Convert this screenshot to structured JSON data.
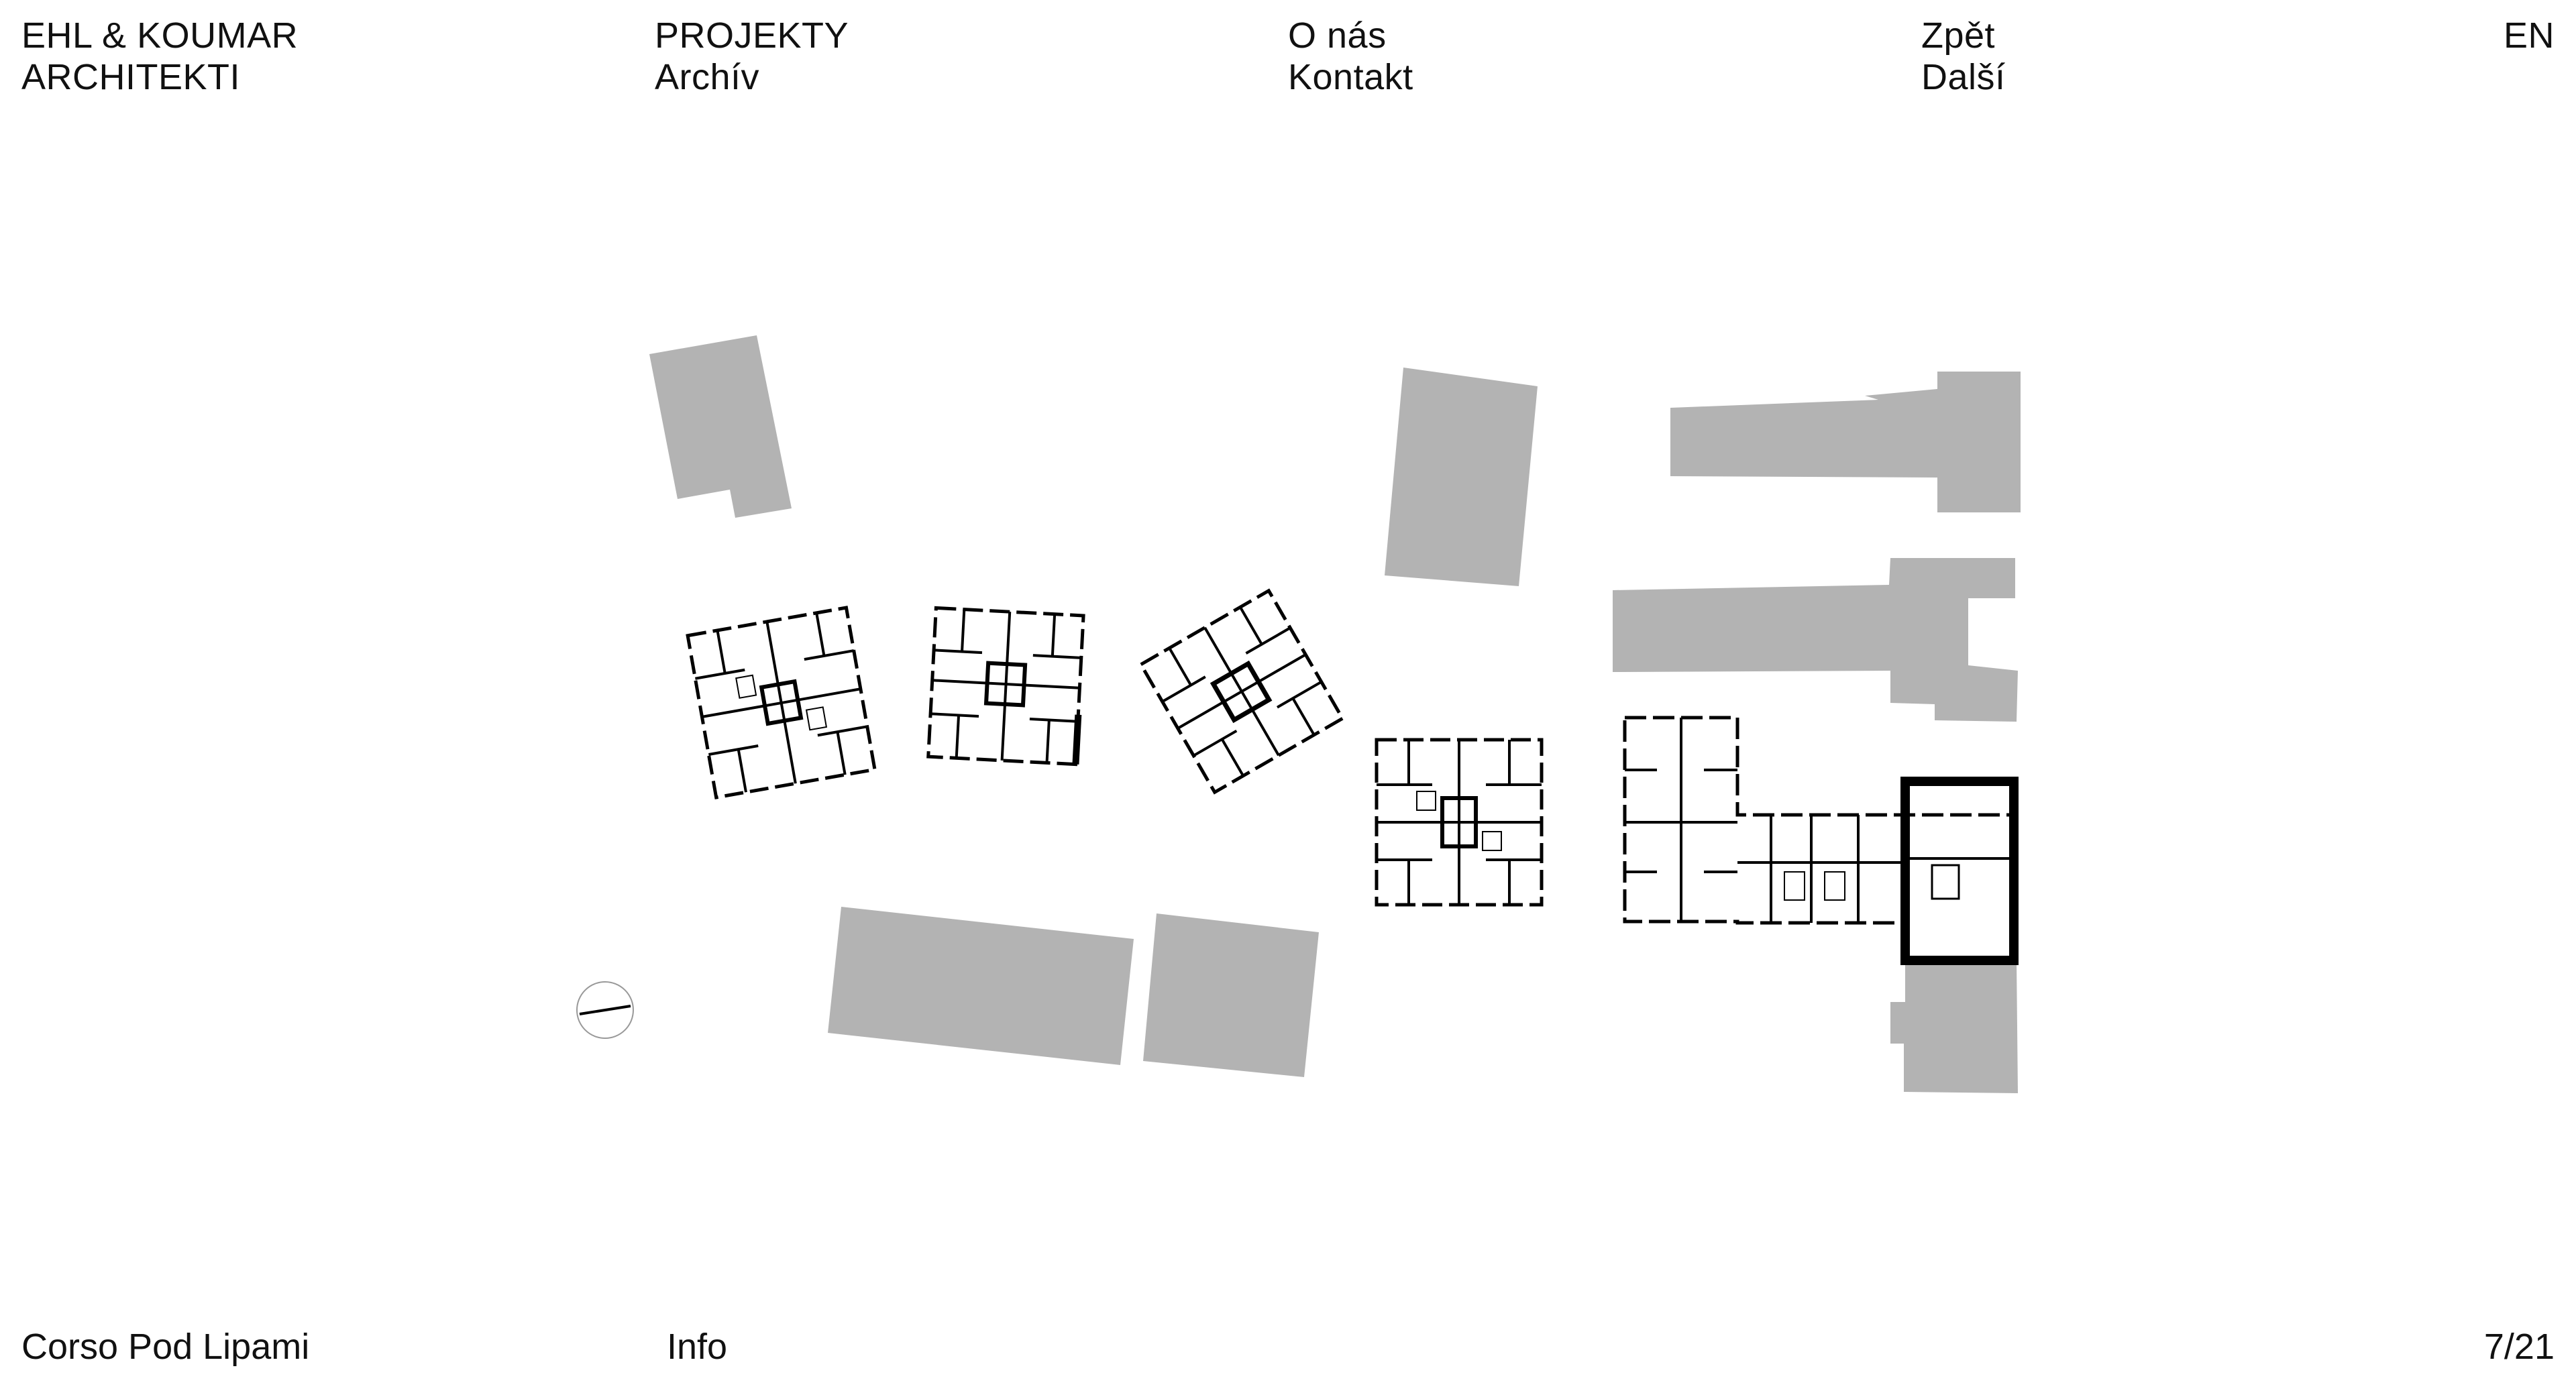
{
  "brand": {
    "line1": "EHL & KOUMAR",
    "line2": "ARCHITEKTI"
  },
  "nav": {
    "projects": "PROJEKTY",
    "archive": "Archív",
    "about": "O nás",
    "contact": "Kontakt",
    "back": "Zpět",
    "next": "Další",
    "language": "EN"
  },
  "footer": {
    "project_title": "Corso Pod Lipami",
    "info": "Info",
    "counter": "7/21"
  },
  "drawing": {
    "existing_building_color": "#b3b3b3",
    "line_color": "#000000",
    "compass_icon": "north-arrow-icon"
  }
}
